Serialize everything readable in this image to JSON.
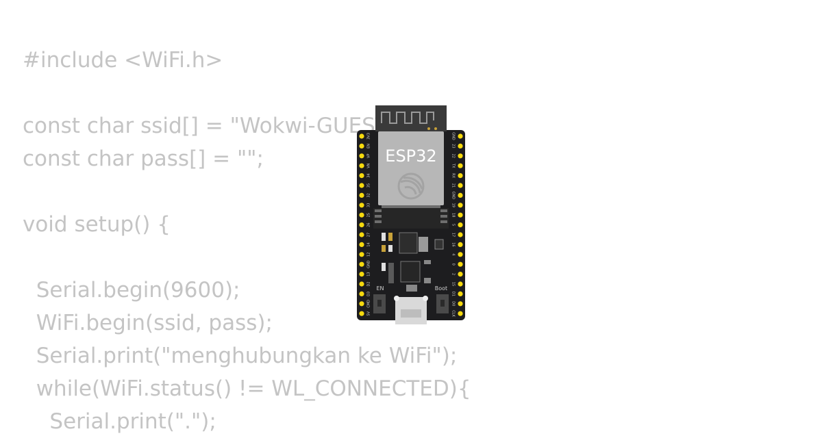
{
  "code_lines": [
    "#include <WiFi.h>",
    "",
    "const char ssid[] = \"Wokwi-GUEST\";",
    "const char pass[] = \"\";",
    "",
    "void setup() {",
    "",
    "  Serial.begin(9600);",
    "  WiFi.begin(ssid, pass);",
    "  Serial.print(\"menghubungkan ke WiFi\");",
    "  while(WiFi.status() != WL_CONNECTED){",
    "    Serial.print(\".\");"
  ],
  "board": {
    "name": "ESP32",
    "en_label": "EN",
    "boot_label": "Boot",
    "left_pins": [
      "3V3",
      "EN",
      "VP",
      "VN",
      "34",
      "35",
      "32",
      "33",
      "25",
      "26",
      "27",
      "14",
      "12",
      "GND",
      "13",
      "D2",
      "D3",
      "CMD",
      "5V"
    ],
    "right_pins": [
      "GND",
      "23",
      "22",
      "TX",
      "RX",
      "21",
      "GND",
      "19",
      "18",
      "5",
      "17",
      "16",
      "4",
      "0",
      "2",
      "15",
      "D1",
      "D0",
      "CLK"
    ]
  },
  "colors": {
    "code_text": "#c4c4c4",
    "board": "#1d1d1f",
    "module": "#b7b7b7",
    "pin": "#f5d90e"
  }
}
